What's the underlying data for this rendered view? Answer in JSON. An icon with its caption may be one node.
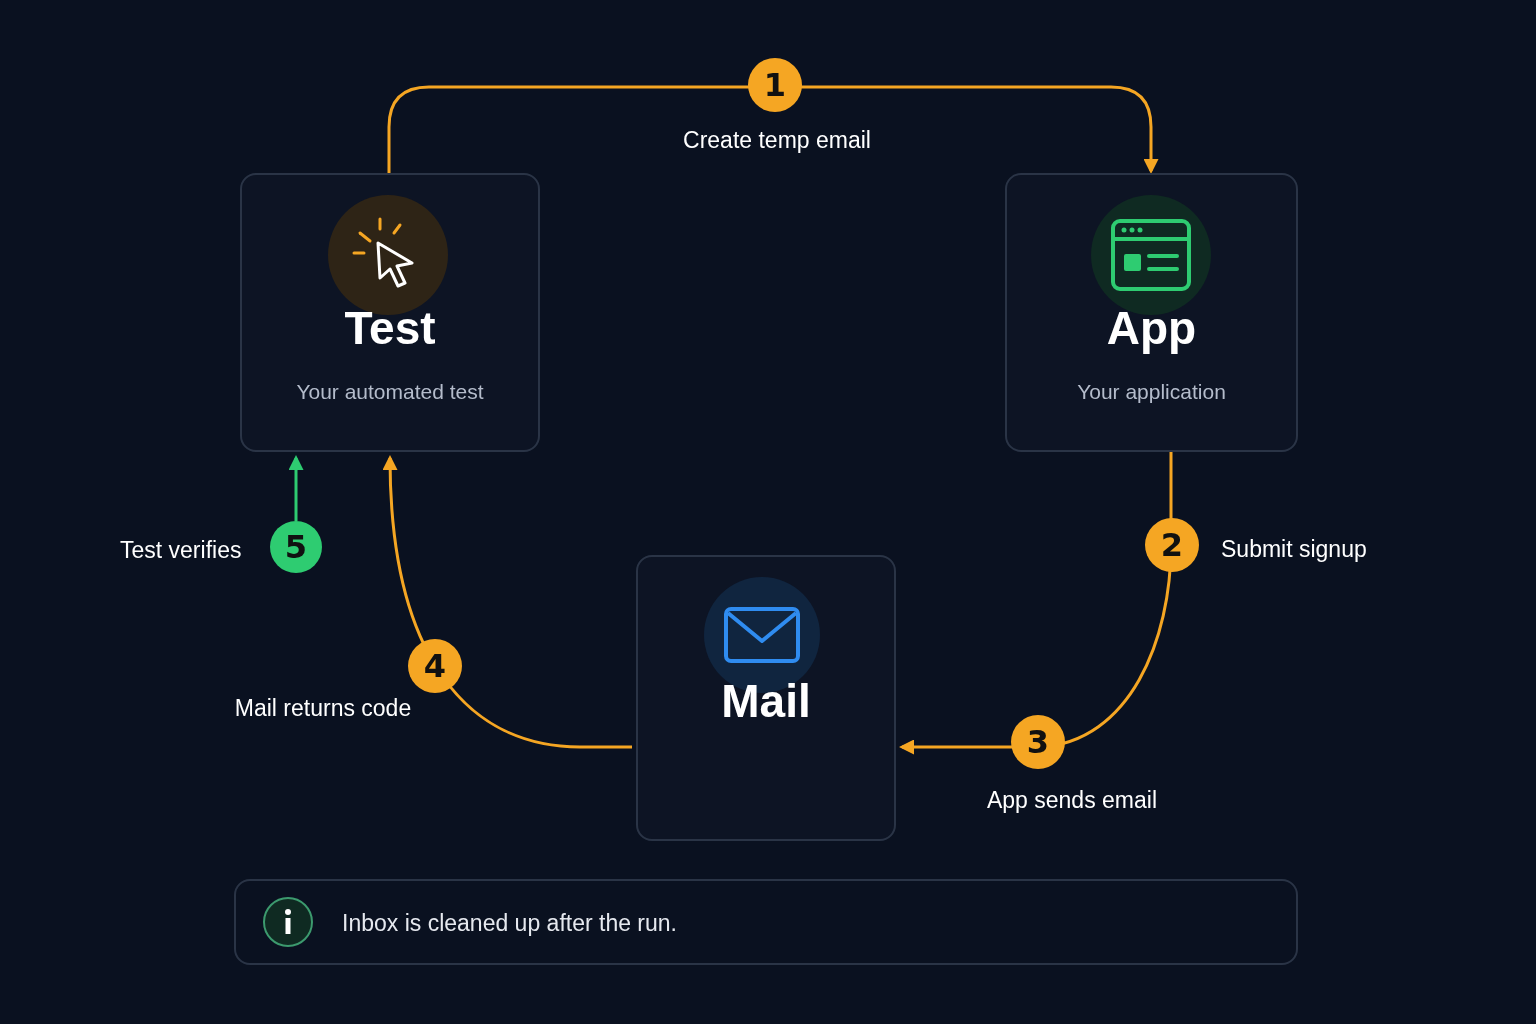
{
  "diagram": {
    "nodes": [
      {
        "text": [
          "Test",
          "Your automated test"
        ]
      },
      {
        "text": [
          "App",
          "Your application"
        ]
      },
      {
        "text": [
          "Mail"
        ]
      },
      {
        "text": [
          "5"
        ],
        "beside": [
          "Test verifies"
        ]
      },
      {
        "text": [
          "Inbox is cleaned up after the run."
        ]
      }
    ],
    "edges": [
      {
        "from": 0,
        "to": 1,
        "arrow": "to",
        "label": "Create temp email"
      },
      {
        "from": 1,
        "to": 2,
        "arrow": "to",
        "label": "App sends email"
      },
      {
        "from": 2,
        "to": 0,
        "arrow": "to",
        "label": "Mail returns code"
      },
      {
        "from": 3,
        "to": 0,
        "arrow": "to",
        "color": "#2ecc71"
      }
    ],
    "labels": [
      "1",
      "2",
      "Submit signup",
      "3",
      "4"
    ]
  }
}
